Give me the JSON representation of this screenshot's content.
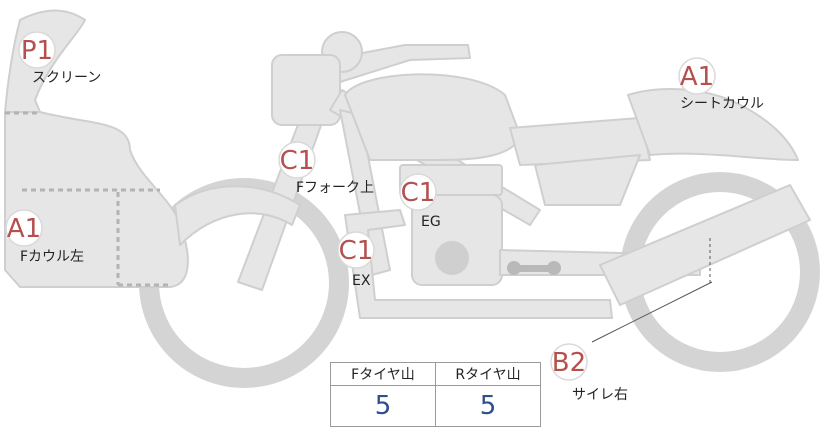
{
  "markers": [
    {
      "id": "screen",
      "grade": "P1",
      "label": "スクリーン"
    },
    {
      "id": "fcowl-left",
      "grade": "A1",
      "label": "Fカウル左"
    },
    {
      "id": "fork-upper",
      "grade": "C1",
      "label": "Fフォーク上"
    },
    {
      "id": "engine",
      "grade": "C1",
      "label": "EG"
    },
    {
      "id": "exhaust",
      "grade": "C1",
      "label": "EX"
    },
    {
      "id": "seat-cowl",
      "grade": "A1",
      "label": "シートカウル"
    },
    {
      "id": "muffler-right",
      "grade": "B2",
      "label": "サイレ右"
    }
  ],
  "tread": {
    "front_label": "Fタイヤ山",
    "rear_label": "Rタイヤ山",
    "front_value": "5",
    "rear_value": "5"
  },
  "colors": {
    "body_fill": "#e6e6e6",
    "body_stroke": "#cfcfcf",
    "grade_text": "#b4504e",
    "tread_value": "#2f4e8c"
  }
}
